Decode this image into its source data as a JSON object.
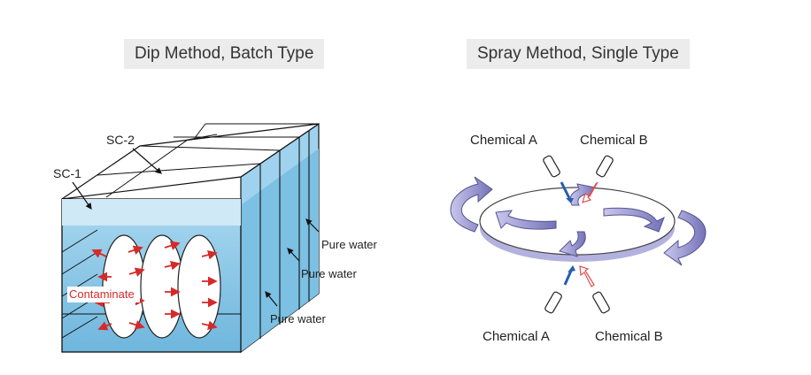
{
  "left_panel": {
    "title": "Dip Method, Batch Type",
    "labels": {
      "sc1": "SC-1",
      "sc2": "SC-2",
      "pure_water_1": "Pure water",
      "pure_water_2": "Pure water",
      "pure_water_3": "Pure water",
      "contaminate": "Contaminate"
    }
  },
  "right_panel": {
    "title": "Spray Method, Single Type",
    "labels": {
      "chem_a_top": "Chemical A",
      "chem_b_top": "Chemical B",
      "chem_a_bottom": "Chemical A",
      "chem_b_bottom": "Chemical B"
    }
  },
  "colors": {
    "water_blue": "#8fcbea",
    "contaminate_red": "#d62a2a",
    "wafer_purple": "#a8a6d8",
    "chem_a_arrow": "#2a5db0",
    "chem_b_arrow": "#e05050"
  }
}
